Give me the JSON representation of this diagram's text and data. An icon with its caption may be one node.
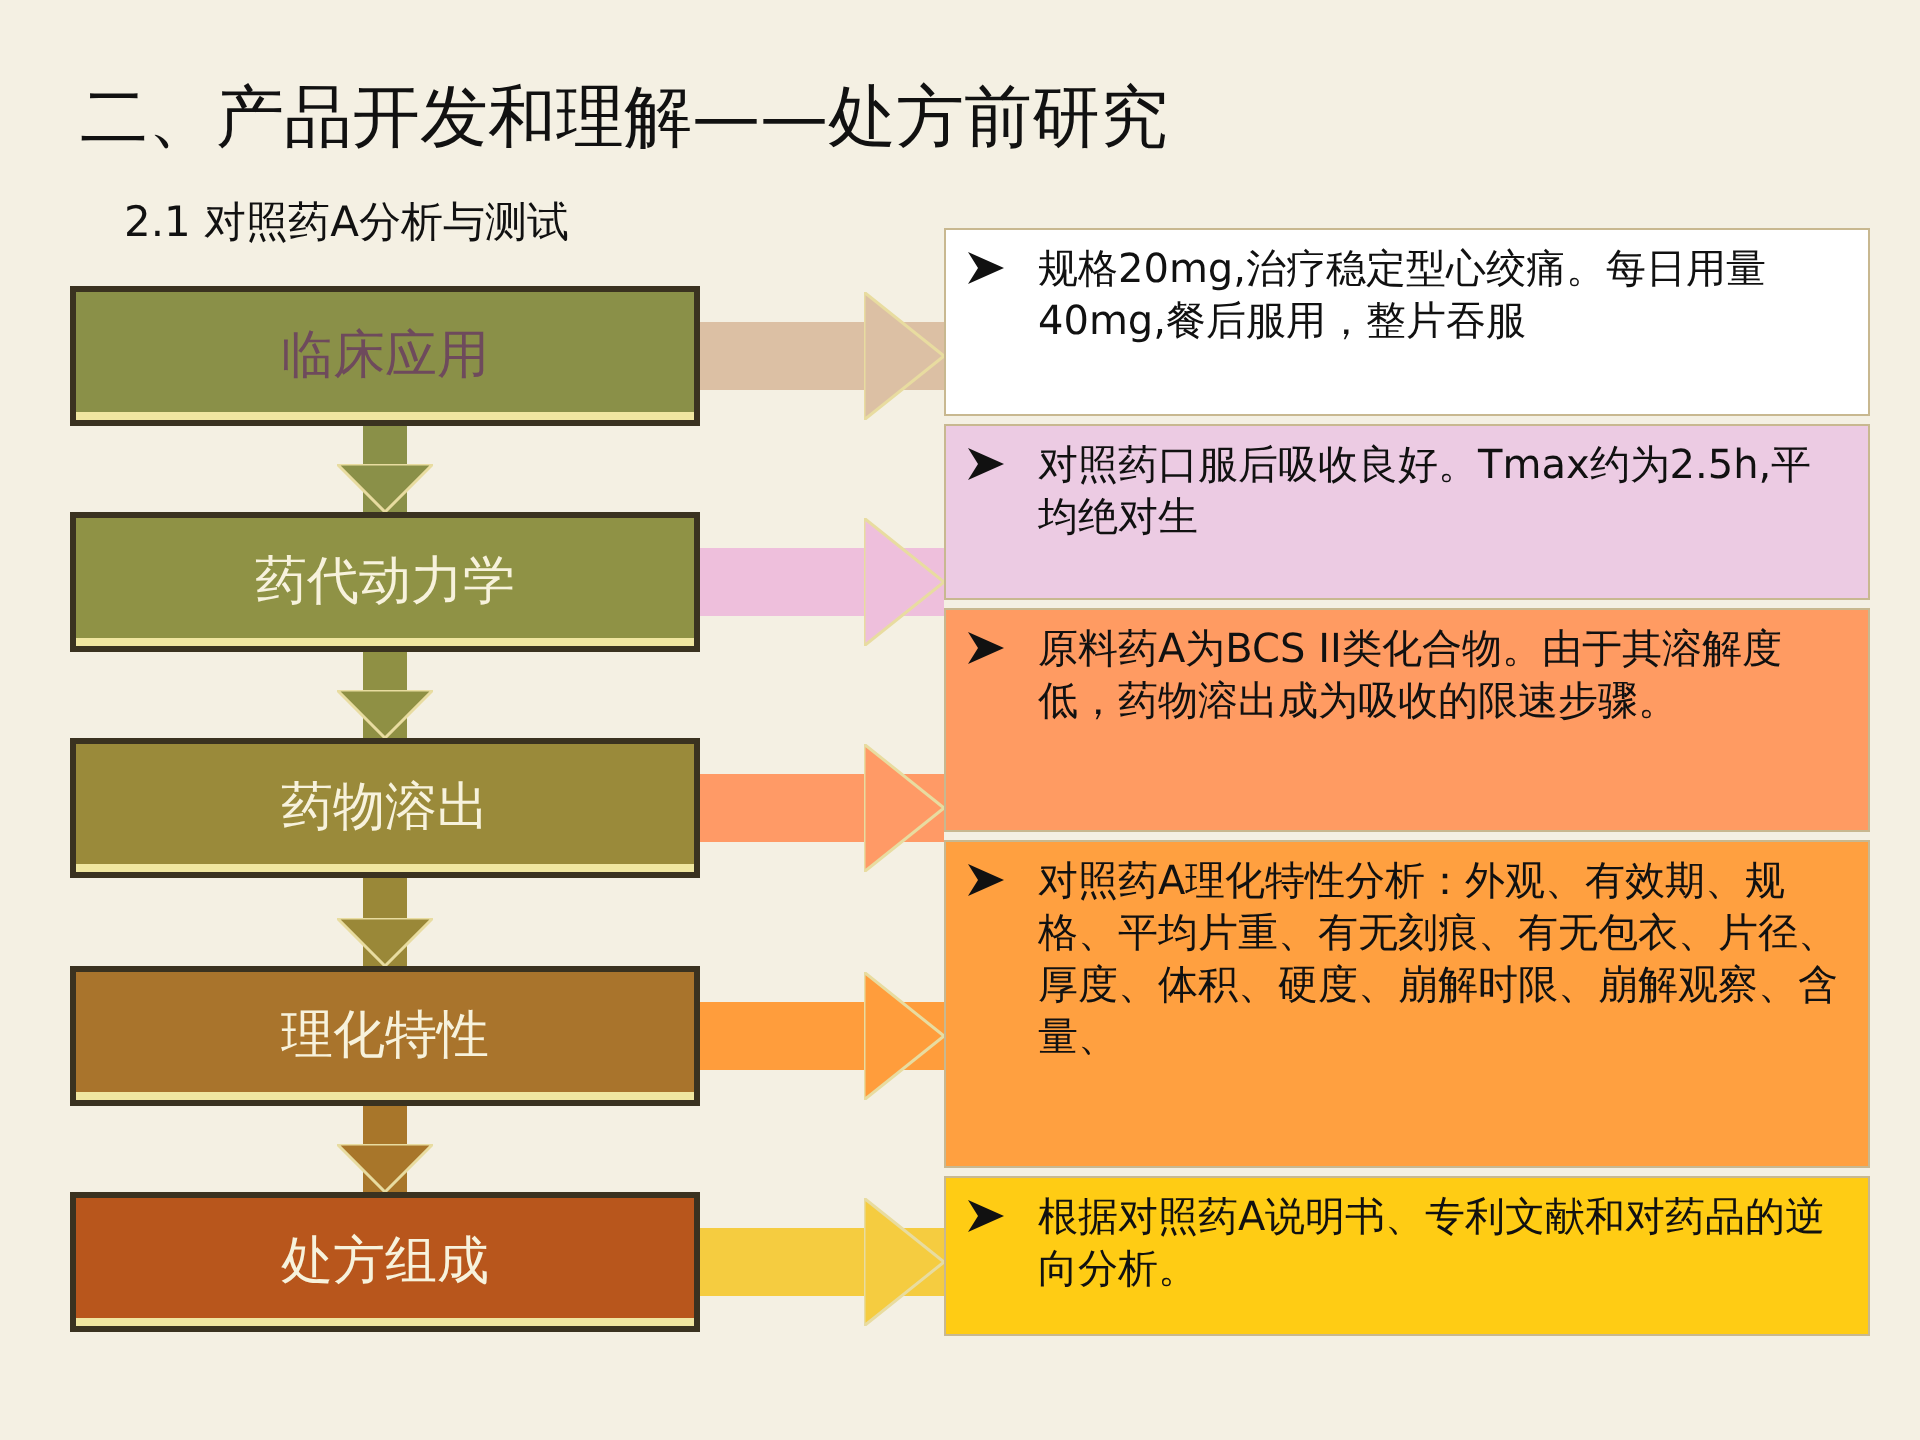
{
  "diagram": {
    "title": "二、产品开发和理解——处方前研究",
    "nodes": [
      {
        "text": [
          "临床应用"
        ]
      },
      {
        "text": [
          "药代动力学"
        ]
      },
      {
        "text": [
          "药物溶出"
        ]
      },
      {
        "text": [
          "理化特性"
        ]
      },
      {
        "text": [
          "处方组成"
        ]
      },
      {
        "text": [
          "规格20mg,治疗稳定型心绞痛。每日用量40mg,餐后服用，整片吞服"
        ]
      },
      {
        "text": [
          "对照药口服后吸收良好。Tmax约为2.5h,平均绝对生"
        ]
      },
      {
        "text": [
          "原料药A为BCS II类化合物。由于其溶解度低，药物溶出成为吸收的限速步骤。"
        ]
      },
      {
        "text": [
          "对照药A理化特性分析：外观、有效期、规格、平均片重、有无刻痕、有无包衣、片径、厚度、体积、硬度、崩解时限、崩解观察、含量、"
        ]
      },
      {
        "text": [
          "根据对照药A说明书、专利文献和对药品的逆向分析。"
        ]
      }
    ],
    "edges": [
      {
        "from": 0,
        "to": 1,
        "arrow": "to",
        "color": "#8a9048"
      },
      {
        "from": 1,
        "to": 2,
        "arrow": "to",
        "color": "#8f9044"
      },
      {
        "from": 2,
        "to": 3,
        "arrow": "to",
        "color": "#9a8838"
      },
      {
        "from": 3,
        "to": 4,
        "arrow": "to",
        "color": "#a8762a"
      },
      {
        "from": 0,
        "to": 5,
        "arrow": "to",
        "color": "#dcc0a4"
      },
      {
        "from": 1,
        "to": 6,
        "arrow": "to",
        "color": "#eebfdc"
      },
      {
        "from": 2,
        "to": 7,
        "arrow": "to",
        "color": "#ff9a66"
      },
      {
        "from": 3,
        "to": 8,
        "arrow": "to",
        "color": "#ff9d3c"
      },
      {
        "from": 4,
        "to": 9,
        "arrow": "to",
        "color": "#f5cc40"
      }
    ],
    "labels": [
      "2.1 对照药A分析与测试"
    ]
  }
}
